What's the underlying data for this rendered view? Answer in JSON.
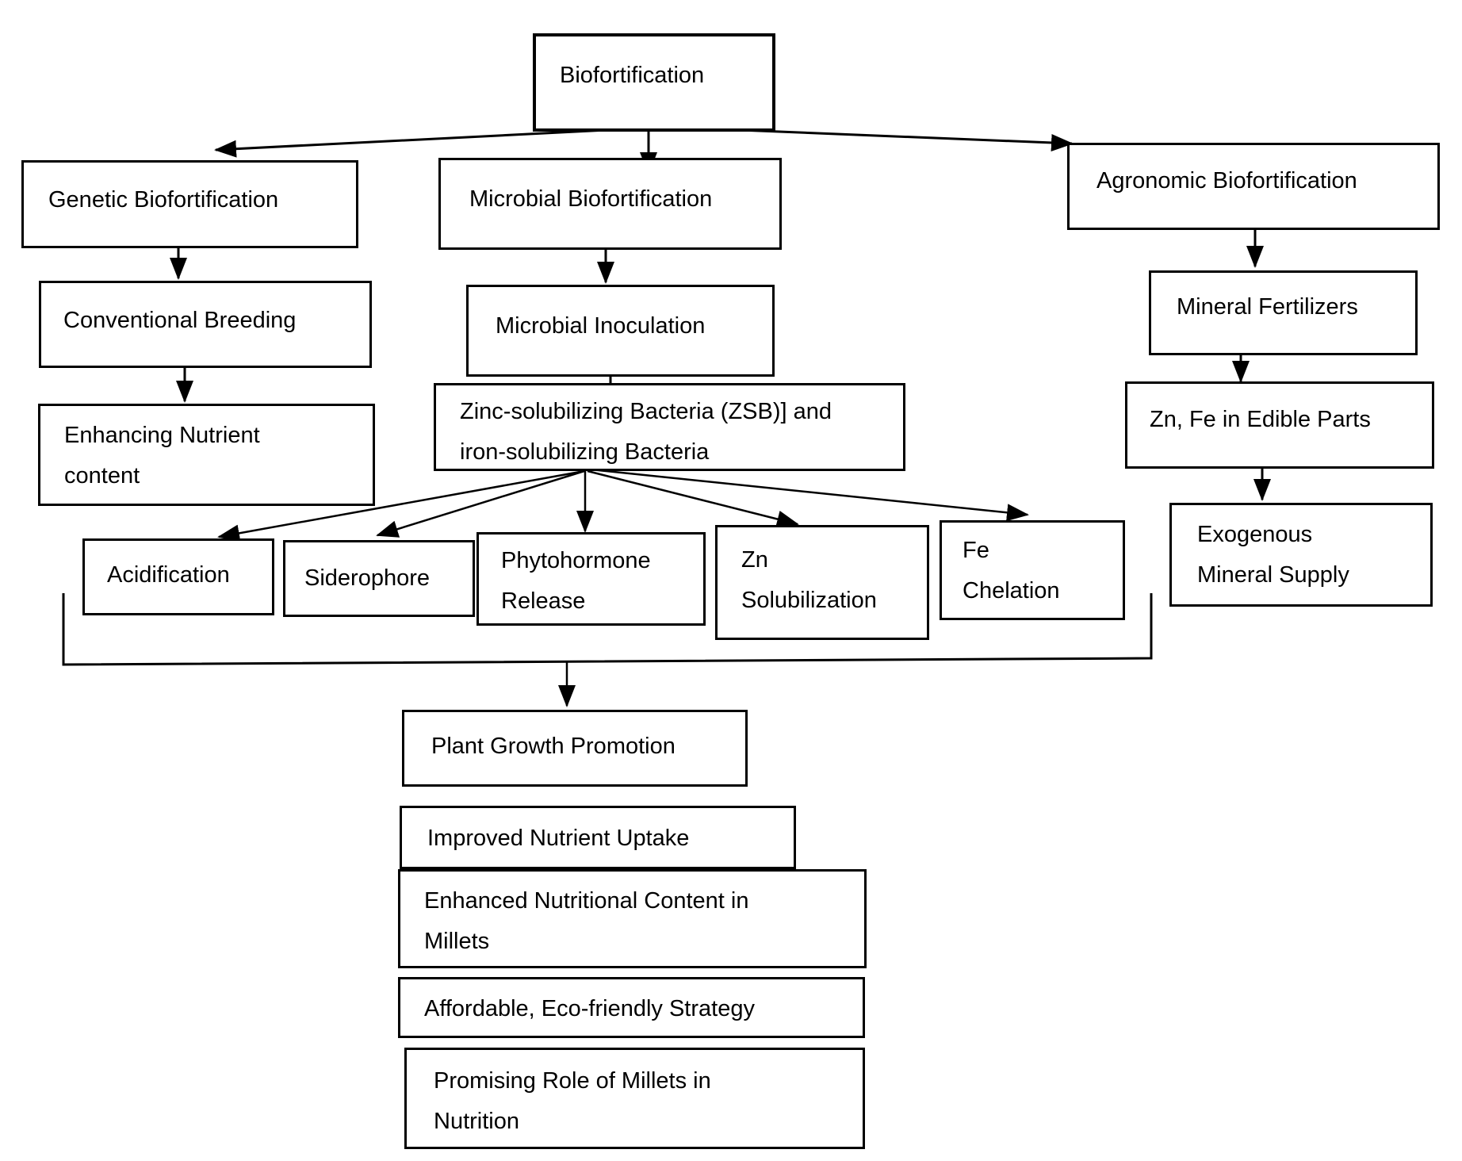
{
  "diagram": {
    "title": "Biofortification",
    "colors": {
      "line": "#000000",
      "box_border": "#000000",
      "box_background": "#ffffff",
      "page_background": "#ffffff",
      "text": "#000000"
    },
    "nodes": {
      "biofortification": {
        "label": "Biofortification"
      },
      "genetic": {
        "label": "Genetic Biofortification"
      },
      "conventional": {
        "label": "Conventional Breeding"
      },
      "enhancing": {
        "label": "Enhancing Nutrient\ncontent"
      },
      "microbial": {
        "label": "Microbial Biofortification"
      },
      "inoculation": {
        "label": "Microbial Inoculation"
      },
      "zsb": {
        "label": "Zinc-solubilizing Bacteria (ZSB)] and\niron-solubilizing Bacteria"
      },
      "acidification": {
        "label": "Acidification"
      },
      "siderophore": {
        "label": "Siderophore"
      },
      "phytohormone": {
        "label": "Phytohormone\nRelease"
      },
      "zn_solubilization": {
        "label": "Zn\nSolubilization"
      },
      "fe_chelation": {
        "label": "Fe\nChelation"
      },
      "agronomic": {
        "label": "Agronomic Biofortification"
      },
      "mineral_fertilizers": {
        "label": "Mineral Fertilizers"
      },
      "zn_fe_edible": {
        "label": "Zn, Fe in Edible Parts"
      },
      "exogenous": {
        "label": "Exogenous\nMineral Supply"
      },
      "plant_growth": {
        "label": "Plant Growth Promotion"
      },
      "improved_uptake": {
        "label": "Improved Nutrient Uptake"
      },
      "enhanced_content": {
        "label": "Enhanced Nutritional Content in\nMillets"
      },
      "affordable": {
        "label": "Affordable, Eco-friendly Strategy"
      },
      "promising": {
        "label": "Promising Role of Millets in\nNutrition"
      }
    }
  }
}
